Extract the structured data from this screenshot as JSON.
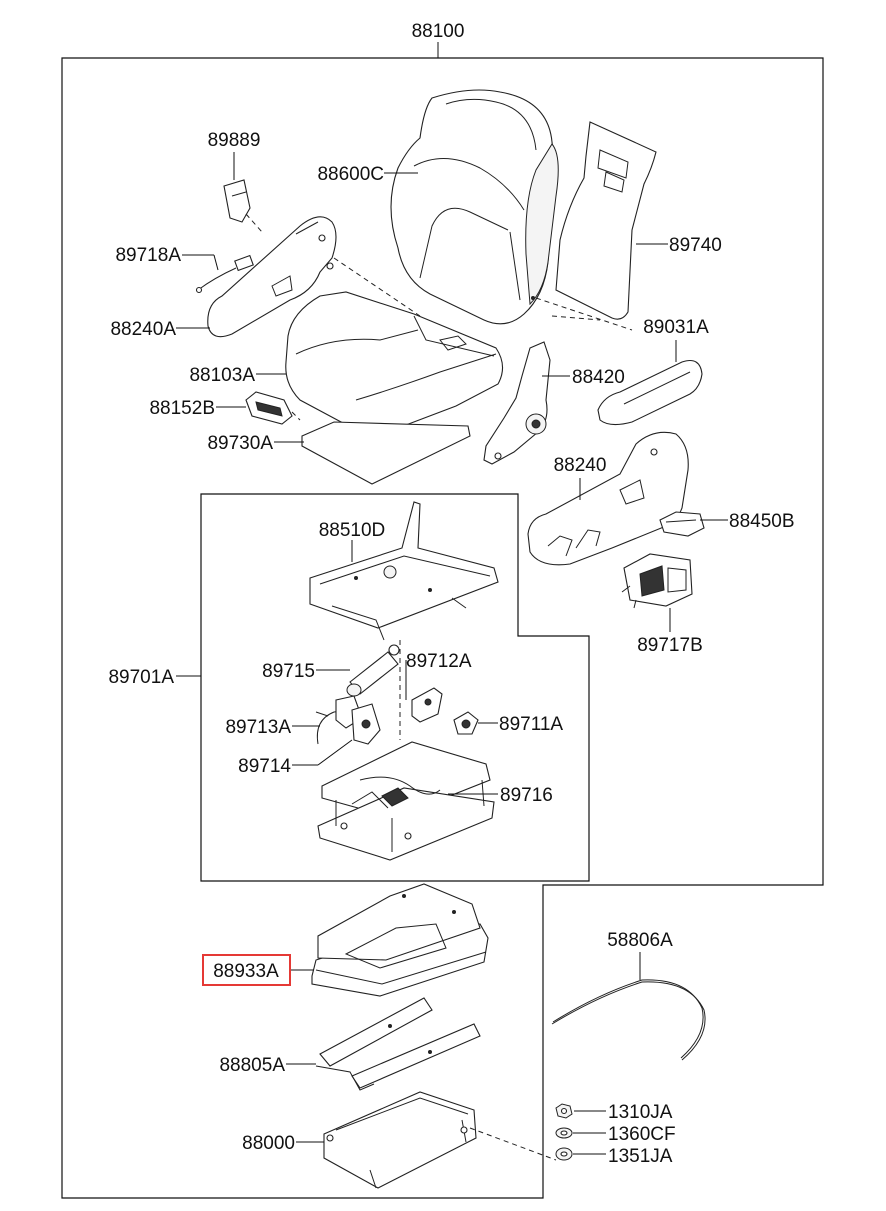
{
  "title_part": "88100",
  "highlight_color": "#e53935",
  "labels": {
    "p89889": "89889",
    "p88600C": "88600C",
    "p89740": "89740",
    "p89718A": "89718A",
    "p88240A": "88240A",
    "p89031A": "89031A",
    "p88103A": "88103A",
    "p88420": "88420",
    "p88152B": "88152B",
    "p89730A": "89730A",
    "p88240": "88240",
    "p88450B": "88450B",
    "p88510D": "88510D",
    "p89717B": "89717B",
    "p89701A": "89701A",
    "p89715": "89715",
    "p89712A": "89712A",
    "p89713A": "89713A",
    "p89711A": "89711A",
    "p89714": "89714",
    "p89716": "89716",
    "p88933A": "88933A",
    "p58806A": "58806A",
    "p88805A": "88805A",
    "p1310JA": "1310JA",
    "p88000": "88000",
    "p1360CF": "1360CF",
    "p1351JA": "1351JA"
  }
}
